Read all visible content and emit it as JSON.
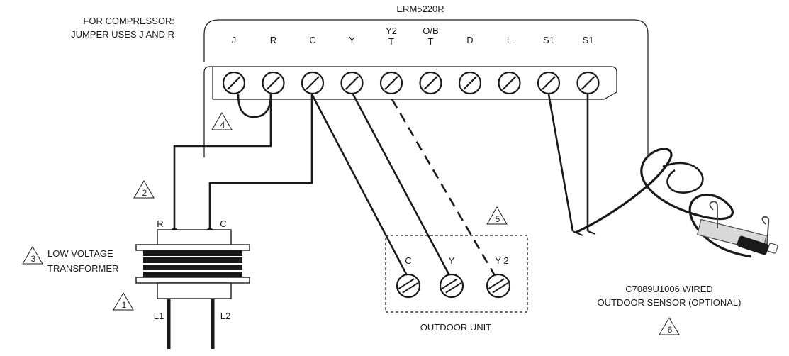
{
  "device": {
    "model": "ERM5220R",
    "note_line1": "FOR COMPRESSOR:",
    "note_line2": "JUMPER USES J AND R",
    "terminals": [
      {
        "top": "",
        "bottom": "J"
      },
      {
        "top": "",
        "bottom": "R"
      },
      {
        "top": "",
        "bottom": "C"
      },
      {
        "top": "",
        "bottom": "Y"
      },
      {
        "top": "Y2",
        "bottom": "T"
      },
      {
        "top": "O/B",
        "bottom": "T"
      },
      {
        "top": "",
        "bottom": "D"
      },
      {
        "top": "",
        "bottom": "L"
      },
      {
        "top": "",
        "bottom": "S1"
      },
      {
        "top": "",
        "bottom": "S1"
      }
    ]
  },
  "transformer": {
    "line1": "LOW VOLTAGE",
    "line2": "TRANSFORMER",
    "r_label": "R",
    "c_label": "C",
    "l1_label": "L1",
    "l2_label": "L2"
  },
  "outdoor_unit": {
    "label": "OUTDOOR UNIT",
    "terminals": [
      "C",
      "Y",
      "Y 2"
    ]
  },
  "sensor": {
    "line1": "C7089U1006 WIRED",
    "line2": "OUTDOOR SENSOR (OPTIONAL)"
  },
  "callouts": [
    "1",
    "2",
    "3",
    "4",
    "5",
    "6"
  ]
}
